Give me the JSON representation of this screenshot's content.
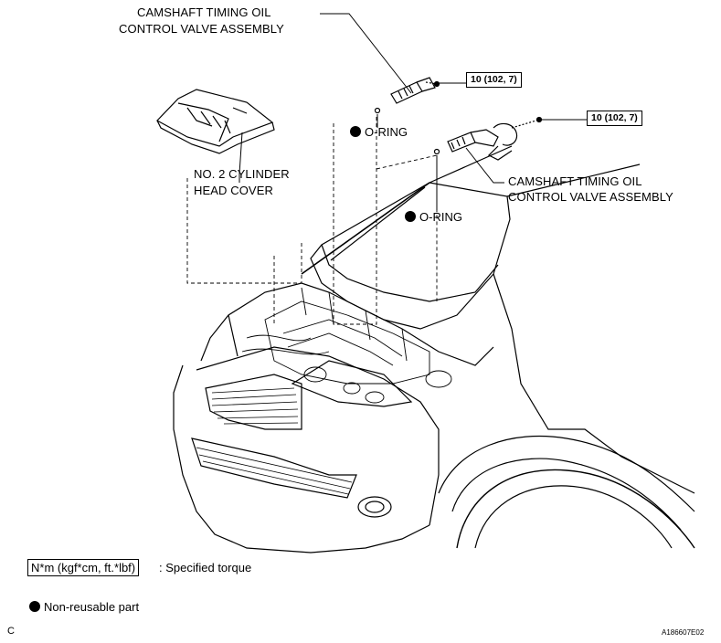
{
  "labels": {
    "valve_top_line1": "CAMSHAFT TIMING OIL",
    "valve_top_line2": "CONTROL VALVE ASSEMBLY",
    "valve_right_line1": "CAMSHAFT TIMING OIL",
    "valve_right_line2": "CONTROL VALVE ASSEMBLY",
    "cover_line1": "NO. 2 CYLINDER",
    "cover_line2": "HEAD COVER",
    "oring_upper": "O-RING",
    "oring_lower": "O-RING"
  },
  "torque": {
    "upper": "10 (102, 7)",
    "lower": "10 (102, 7)"
  },
  "legend": {
    "torque_unit": "N*m (kgf*cm, ft.*lbf)",
    "torque_desc": ": Specified torque",
    "nonreusable": "Non-reusable part"
  },
  "footer": {
    "left_code": "C",
    "figure_id": "A186607E02"
  }
}
